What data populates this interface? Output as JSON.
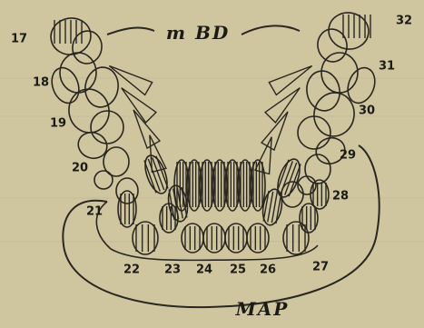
{
  "diagram": {
    "labels": {
      "top": "m BD",
      "bottom": "MAP"
    },
    "tooth_numbers": [
      "17",
      "18",
      "19",
      "20",
      "21",
      "22",
      "23",
      "24",
      "25",
      "26",
      "27",
      "28",
      "29",
      "30",
      "31",
      "32"
    ],
    "colors": {
      "paper": "#cfc6a0",
      "ink": "#1b1a16",
      "line": "#2a2620"
    }
  }
}
